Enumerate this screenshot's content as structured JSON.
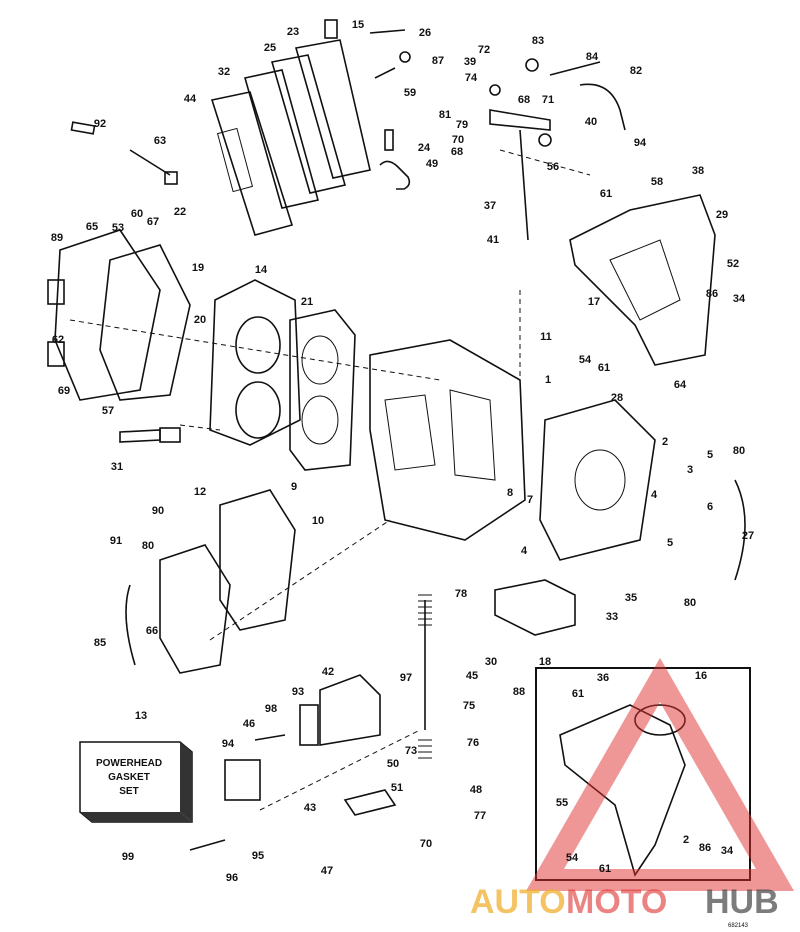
{
  "diagram": {
    "kit_box": {
      "line1": "POWERHEAD",
      "line2": "GASKET",
      "line3": "SET"
    },
    "figure_code": "682143",
    "watermark": {
      "part1": "AUTO",
      "part2": "MOTO",
      "part3": "HUB"
    },
    "labels": [
      "15",
      "26",
      "23",
      "25",
      "87",
      "59",
      "32",
      "44",
      "92",
      "63",
      "24",
      "49",
      "72",
      "83",
      "84",
      "39",
      "74",
      "82",
      "81",
      "68",
      "71",
      "79",
      "40",
      "70",
      "68",
      "56",
      "94",
      "38",
      "58",
      "61",
      "29",
      "37",
      "22",
      "60",
      "67",
      "89",
      "65",
      "53",
      "19",
      "20",
      "14",
      "21",
      "41",
      "17",
      "52",
      "86",
      "34",
      "11",
      "54",
      "61",
      "62",
      "69",
      "57",
      "64",
      "28",
      "1",
      "31",
      "9",
      "10",
      "12",
      "2",
      "5",
      "80",
      "3",
      "6",
      "8",
      "7",
      "4",
      "4",
      "27",
      "5",
      "91",
      "90",
      "80",
      "35",
      "80",
      "78",
      "33",
      "85",
      "66",
      "18",
      "30",
      "45",
      "88",
      "13",
      "42",
      "97",
      "98",
      "93",
      "46",
      "75",
      "94",
      "76",
      "73",
      "50",
      "48",
      "51",
      "43",
      "77",
      "70",
      "47",
      "95",
      "96",
      "99"
    ],
    "inset_labels": [
      "36",
      "16",
      "61",
      "55",
      "2",
      "86",
      "34",
      "54",
      "61"
    ]
  }
}
